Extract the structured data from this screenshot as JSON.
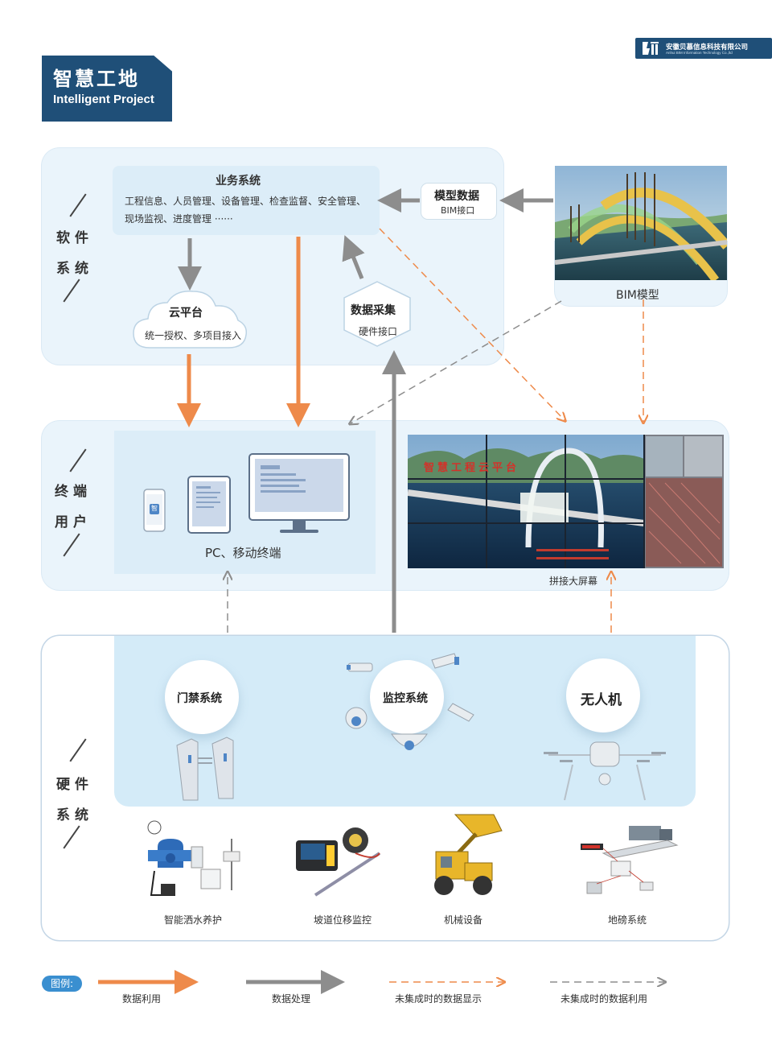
{
  "header": {
    "title_cn": "智慧工地",
    "title_en": "Intelligent Project",
    "logo_cn": "安徽贝慕信息科技有限公司",
    "logo_en": "Anhui BIM Information Technology Co.,ltd"
  },
  "sections": {
    "software": [
      "软件",
      "系统"
    ],
    "terminal": [
      "终端",
      "用户"
    ],
    "hardware": [
      "硬件",
      "系统"
    ]
  },
  "software": {
    "business_title": "业务系统",
    "business_line1": "工程信息、人员管理、设备管理、检查监督、安全管理、",
    "business_line2": "现场监视、进度管理 ······",
    "model_data_title": "模型数据",
    "model_data_sub": "BIM接口",
    "bim_label": "BIM模型",
    "cloud_title": "云平台",
    "cloud_sub": "统一授权、多项目接入",
    "collect_title": "数据采集",
    "collect_sub": "硬件接口"
  },
  "terminal": {
    "devices_label": "PC、移动终端",
    "screen_label": "拼接大屏幕",
    "screen_text1": "智慧工程云平台",
    "app_icon": "智"
  },
  "hardware": {
    "access": "门禁系统",
    "monitor": "监控系统",
    "drone": "无人机",
    "items": [
      "智能洒水养护",
      "坡道位移监控",
      "机械设备",
      "地磅系统"
    ]
  },
  "legend": {
    "badge": "图例:",
    "items": [
      "数据利用",
      "数据处理",
      "未集成时的数据显示",
      "未集成时的数据利用"
    ]
  },
  "colors": {
    "orange": "#ee8a4a",
    "gray": "#8d8d8d",
    "navy": "#1f4f78",
    "panel": "#eaf4fb"
  }
}
